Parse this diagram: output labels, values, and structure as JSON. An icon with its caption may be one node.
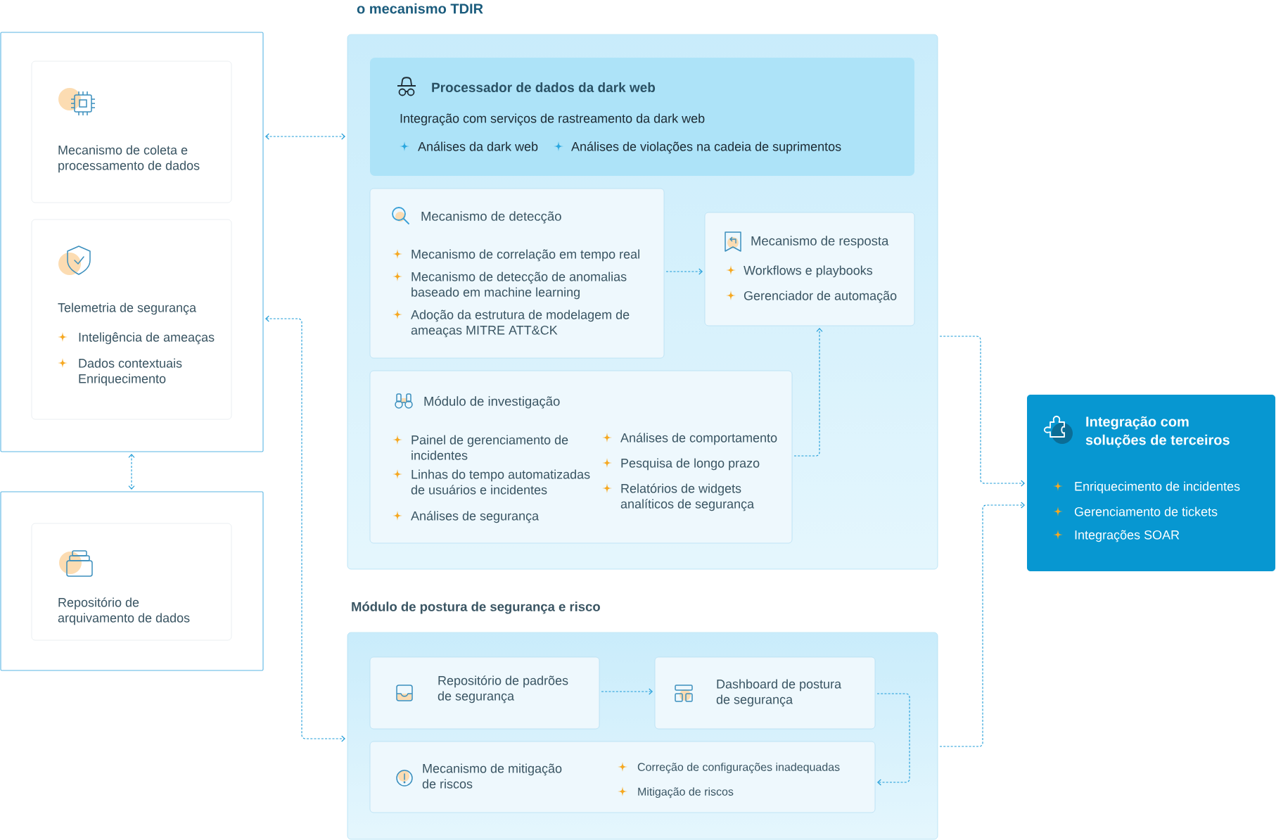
{
  "diagram": {
    "nodes": [
      {
        "text": [],
        "shape": "box"
      },
      {
        "text": [
          "Mecanismo de coleta e processamento de dados"
        ],
        "in": 0
      },
      {
        "text": [
          "Telemetria de segurança",
          "Inteligência de ameaças",
          "Dados contextuais Enriquecimento"
        ],
        "in": 0
      },
      {
        "text": [],
        "shape": "box"
      },
      {
        "text": [
          "Repositório de arquivamento de dados"
        ],
        "in": 3
      },
      {
        "text": [
          "o mecanismo TDIR"
        ]
      },
      {
        "text": [
          "Processador de dados da dark web",
          "Integração com serviços de rastreamento da dark web",
          "Análises da dark web",
          "Análises de violações na cadeia de suprimentos"
        ],
        "in": 5
      },
      {
        "text": [
          "Mecanismo de detecção",
          "Mecanismo de correlação em tempo real",
          "Mecanismo de detecção de anomalias baseado em machine learning",
          "Adoção da estrutura de modelagem de ameaças MITRE ATT&CK"
        ],
        "in": 5
      },
      {
        "text": [
          "Mecanismo de resposta",
          "Workflows e playbooks",
          "Gerenciador de automação"
        ],
        "in": 5
      },
      {
        "text": [
          "Módulo de investigação",
          "Painel de gerenciamento de incidentes",
          "Linhas do tempo automatizadas de usuários e incidentes",
          "Análises de segurança",
          "Análises de comportamento",
          "Pesquisa de longo prazo",
          "Relatórios de widgets analíticos de segurança"
        ],
        "in": 5
      },
      {
        "text": [
          "Módulo de postura de segurança e risco"
        ]
      },
      {
        "text": [
          "Repositório de padrões de segurança"
        ],
        "in": 10
      },
      {
        "text": [
          "Dashboard de postura de segurança"
        ],
        "in": 10
      },
      {
        "text": [
          "Mecanismo de mitigação de riscos",
          "Correção de configurações inadequadas",
          "Mitigação de riscos"
        ],
        "in": 10
      },
      {
        "text": [
          "Integração com soluções de terceiros",
          "Enriquecimento de incidentes",
          "Gerenciamento de tickets",
          "Integrações SOAR"
        ]
      }
    ],
    "edges": [
      {
        "from": 0,
        "to": 5,
        "arrow": "both",
        "style": "dashed"
      },
      {
        "from": 0,
        "to": 3,
        "arrow": "both",
        "style": "dashed"
      },
      {
        "from": 0,
        "to": 10,
        "arrow": "both",
        "style": "dashed"
      },
      {
        "from": 7,
        "to": 8,
        "arrow": "to",
        "style": "dashed"
      },
      {
        "from": 9,
        "to": 8,
        "arrow": "to",
        "style": "dashed"
      },
      {
        "from": 5,
        "to": 14,
        "arrow": "to",
        "style": "dashed"
      },
      {
        "from": 10,
        "to": 14,
        "arrow": "to",
        "style": "dashed"
      },
      {
        "from": 11,
        "to": 12,
        "arrow": "to",
        "style": "dashed"
      },
      {
        "from": 12,
        "to": 13,
        "arrow": "to",
        "style": "dashed"
      }
    ]
  }
}
